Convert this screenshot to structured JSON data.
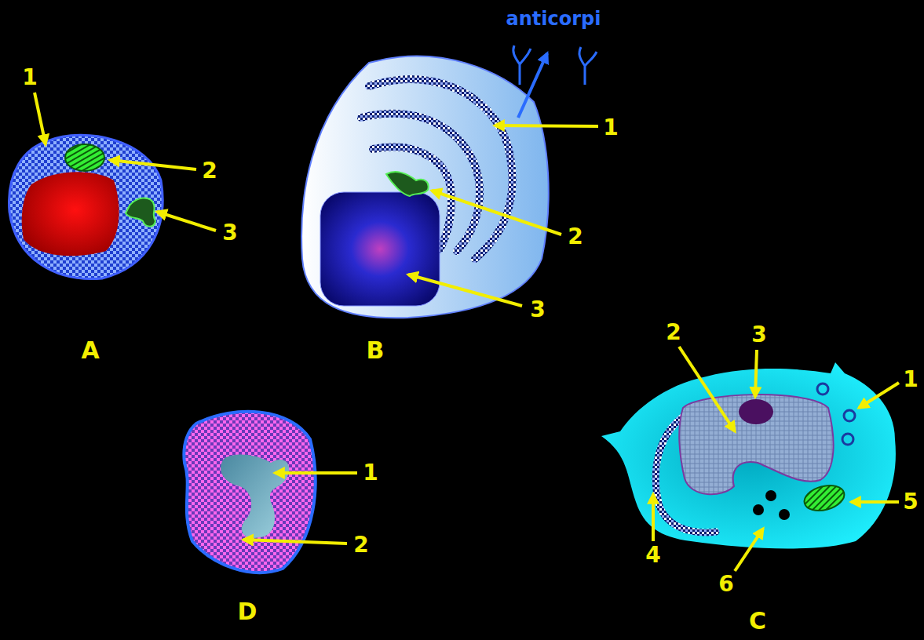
{
  "diagram": {
    "labels": [
      "anticorpi",
      "1",
      "2",
      "3",
      "1",
      "2",
      "3",
      "A",
      "B",
      "2",
      "3",
      "1",
      "5",
      "1",
      "2",
      "4",
      "6",
      "D",
      "C"
    ]
  }
}
